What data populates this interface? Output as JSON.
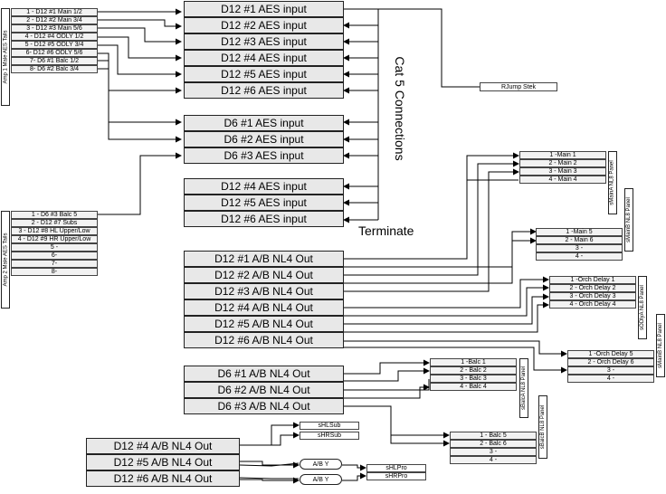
{
  "aes_inputs_top": [
    "D12 #1 AES input",
    "D12 #2 AES input",
    "D12 #3 AES input",
    "D12 #4 AES input",
    "D12 #5 AES input",
    "D12 #6 AES input"
  ],
  "aes_inputs_d6": [
    "D6 #1 AES input",
    "D6 #2 AES input",
    "D6 #3 AES input"
  ],
  "aes_inputs_bottom": [
    "D12 #4 AES input",
    "D12 #5 AES input",
    "D12 #6 AES input"
  ],
  "amp1_title": "Amp 1 Male AES Tails",
  "amp1_tails": [
    "1 - D12 #1 Main 1/2",
    "2 - D12 #2 Main 3/4",
    "3 - D12 #3 Main 5/6",
    "4 - D12 #4  ODLY 1/2",
    "5 - D12 #5  ODLY 3/4",
    "6- D12 #6  ODLY 5/6",
    "7-  D6 #1 Balc 1/2",
    "8- D6 #2 Balc 3/4"
  ],
  "amp2_title": "Amp 2 Male AES Tails",
  "amp2_tails": [
    "1 - D6 #3 Balc 5",
    "2 - D12 #7 Subs",
    "3 - D12 #8 HL Upper/Low",
    "4 - D12 #9 HR Upper/Low",
    "5 -",
    "6-",
    "7-",
    "8-"
  ],
  "rjump": "RJump Stek",
  "cat5_label": "Cat 5 Connections",
  "terminate_label": "Terminate",
  "nl4_d12": [
    "D12 #1 A/B NL4 Out",
    "D12 #2 A/B NL4 Out",
    "D12 #3 A/B NL4 Out",
    "D12 #4 A/B NL4 Out",
    "D12 #5 A/B NL4 Out",
    "D12 #6 A/B NL4 Out"
  ],
  "nl4_d6": [
    "D6 #1 A/B NL4 Out",
    "D6 #2 A/B NL4 Out",
    "D6 #3 A/B NL4 Out"
  ],
  "nl4_lower": [
    "D12 #4 A/B NL4 Out",
    "D12 #5 A/B NL4 Out",
    "D12 #6 A/B NL4 Out"
  ],
  "panel_smaina": {
    "title": "sMainA NL8 Panel",
    "items": [
      "1 -Main 1",
      "2 - Main 2",
      "3 - Main 3",
      "4 - Main 4"
    ]
  },
  "panel_smainb": {
    "title": "sMainB NL8 Panel",
    "items": [
      "1 -Main 5",
      "2 - Main 6",
      "3 -",
      "4 -"
    ]
  },
  "panel_sodlya": {
    "title": "sODlyA NL8 Panel",
    "items": [
      "1 -Orch Delay 1",
      "2 - Orch Delay 2",
      "3  - Orch Delay 3",
      "4  - Orch Delay 4"
    ]
  },
  "panel_smainb2": {
    "title": "sMainB NL8 Panel",
    "items": [
      "1 -Orch Delay 5",
      "2 - Orch Delay 6",
      "3 -",
      "4 -"
    ]
  },
  "panel_sbalca": {
    "title": "sBalcA NL8 Panel",
    "items": [
      "1 -Balc 1",
      "2 - Balc 2",
      "3 - Balc 3",
      "4 - Balc 4"
    ]
  },
  "panel_sbalcb": {
    "title": "sBalcB NL8 Panel",
    "items": [
      "1 - Balc 5",
      "2 - Balc 6",
      "3 -",
      "4 -"
    ]
  },
  "subs": [
    "sHLSub",
    "sHRSub"
  ],
  "ab_y": [
    "A/B Y",
    "A/B Y"
  ],
  "pros": [
    "sHLPro",
    "sHRPro"
  ]
}
